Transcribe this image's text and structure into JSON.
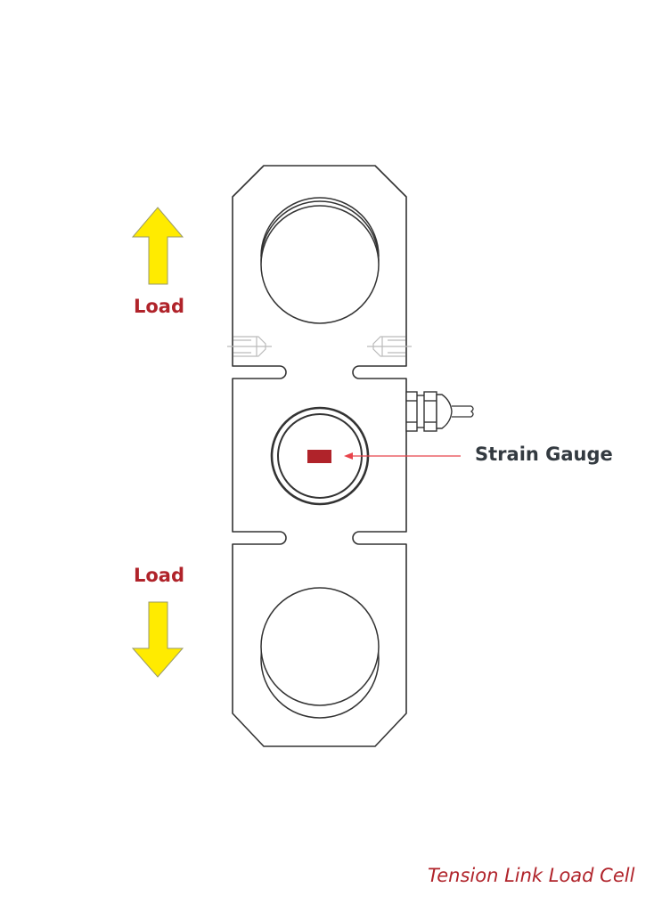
{
  "diagram": {
    "title": "Tension Link Load Cell",
    "labels": {
      "load_top": "Load",
      "load_bottom": "Load",
      "strain_gauge": "Strain Gauge"
    },
    "colors": {
      "outline": "#333333",
      "arrow_fill": "#ffeb00",
      "arrow_stroke": "#9a9a6a",
      "accent_red": "#b0232a",
      "pointer_line": "#e8434a",
      "label_dark": "#333a40",
      "ghost_lines": "#bbbbbb"
    },
    "components": [
      "top-shackle-hole",
      "bottom-shackle-hole",
      "center-ring",
      "strain-gauge",
      "cable-gland",
      "cable",
      "set-screws",
      "load-arrow-up",
      "load-arrow-down"
    ]
  }
}
